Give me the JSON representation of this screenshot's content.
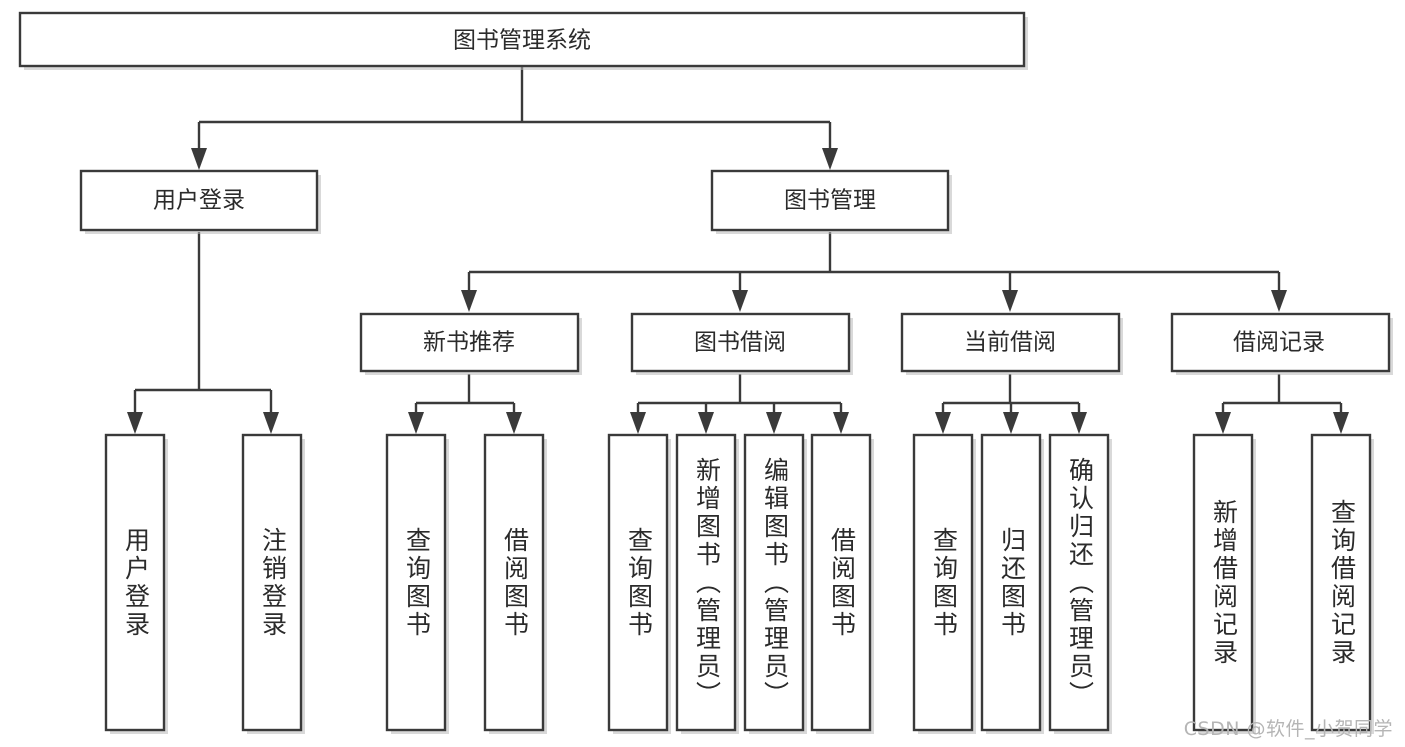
{
  "diagram": {
    "type": "tree-hierarchy-diagram",
    "title": "图书管理系统",
    "background_color": "#ffffff",
    "line_color": "#3a3a3a",
    "text_color": "#2b2b2b",
    "watermark": "CSDN @软件_小贺同学"
  },
  "nodes": {
    "root": {
      "label": "图书管理系统"
    },
    "level2": [
      {
        "id": "user-login",
        "label": "用户登录"
      },
      {
        "id": "book-management",
        "label": "图书管理"
      }
    ],
    "level3": [
      {
        "id": "new-book-recommend",
        "label": "新书推荐"
      },
      {
        "id": "book-borrow",
        "label": "图书借阅"
      },
      {
        "id": "current-borrow",
        "label": "当前借阅"
      },
      {
        "id": "borrow-record",
        "label": "借阅记录"
      }
    ],
    "leaves": {
      "user-login": [
        {
          "id": "leaf-user-login",
          "label": "用户登录"
        },
        {
          "id": "leaf-user-logout",
          "label": "注销登录"
        }
      ],
      "new-book-recommend": [
        {
          "id": "leaf-query-book-1",
          "label": "查询图书"
        },
        {
          "id": "leaf-borrow-book-1",
          "label": "借阅图书"
        }
      ],
      "book-borrow": [
        {
          "id": "leaf-query-book-2",
          "label": "查询图书"
        },
        {
          "id": "leaf-add-book",
          "label": "新增图书（管理员）"
        },
        {
          "id": "leaf-edit-book",
          "label": "编辑图书（管理员）"
        },
        {
          "id": "leaf-borrow-book-2",
          "label": "借阅图书"
        }
      ],
      "current-borrow": [
        {
          "id": "leaf-query-book-3",
          "label": "查询图书"
        },
        {
          "id": "leaf-return-book",
          "label": "归还图书"
        },
        {
          "id": "leaf-confirm-return",
          "label": "确认归还（管理员）"
        }
      ],
      "borrow-record": [
        {
          "id": "leaf-add-record",
          "label": "新增借阅记录"
        },
        {
          "id": "leaf-query-record",
          "label": "查询借阅记录"
        }
      ]
    }
  }
}
